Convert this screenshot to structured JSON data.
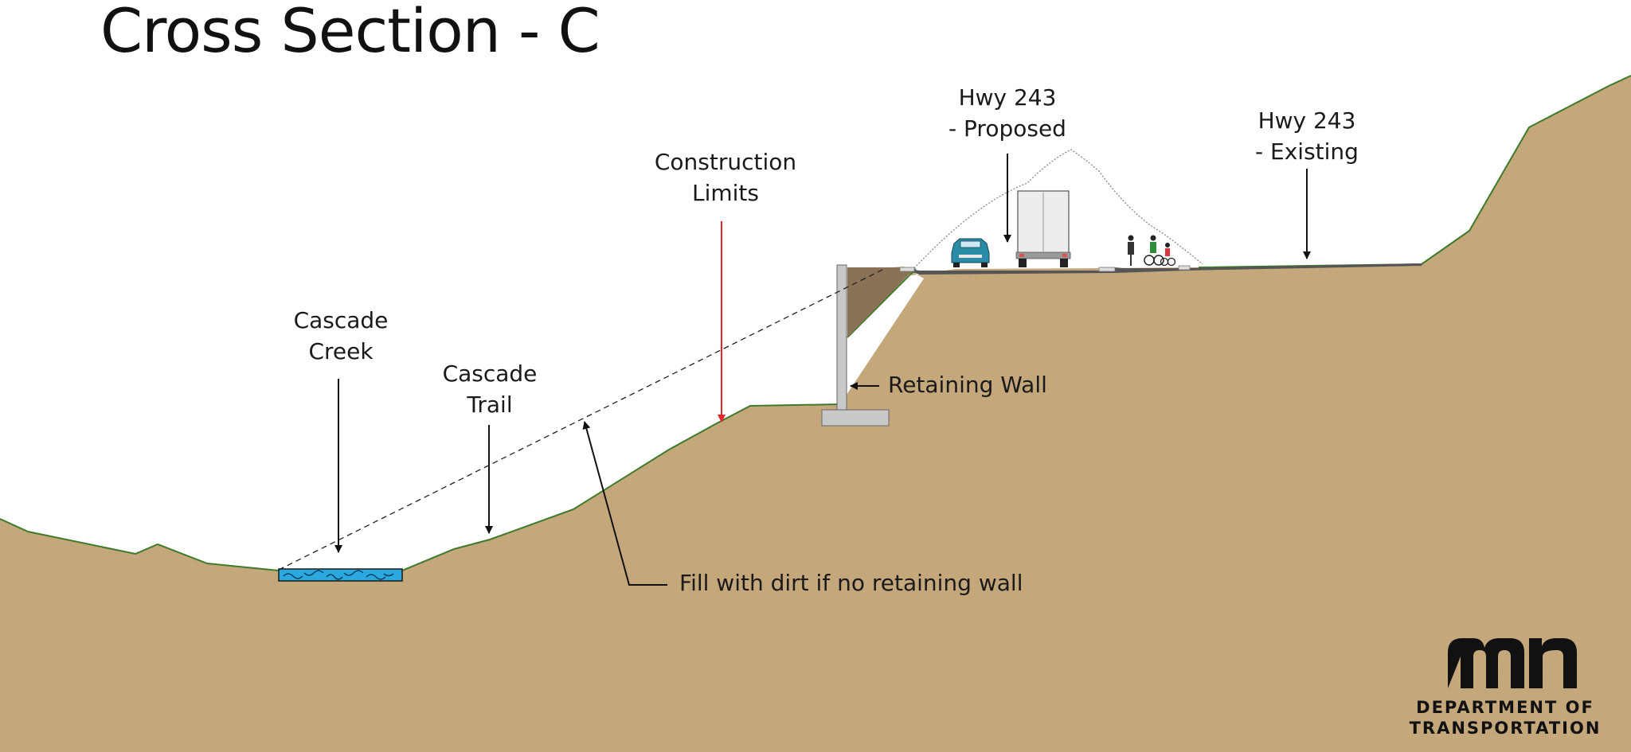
{
  "title": "Cross Section - C",
  "labels": {
    "cascade_creek": [
      "Cascade",
      "Creek"
    ],
    "cascade_trail": [
      "Cascade",
      "Trail"
    ],
    "construction_limits": [
      "Construction",
      "Limits"
    ],
    "hwy_proposed": [
      "Hwy 243",
      "- Proposed"
    ],
    "hwy_existing": [
      "Hwy 243",
      "- Existing"
    ],
    "retaining_wall": "Retaining Wall",
    "fill_note": "Fill with dirt if no retaining wall"
  },
  "logo": {
    "line1": "DEPARTMENT OF",
    "line2": "TRANSPORTATION"
  },
  "colors": {
    "ground": "#c4a87c",
    "ground_edge": "#3e7a2a",
    "fill_slope": "#8a7256",
    "water": "#29a9e0",
    "wall": "#c9c9c9",
    "road": "#555555",
    "limits_arrow": "#e8232b",
    "car": "#2a8ba6",
    "arrow": "#111111"
  }
}
